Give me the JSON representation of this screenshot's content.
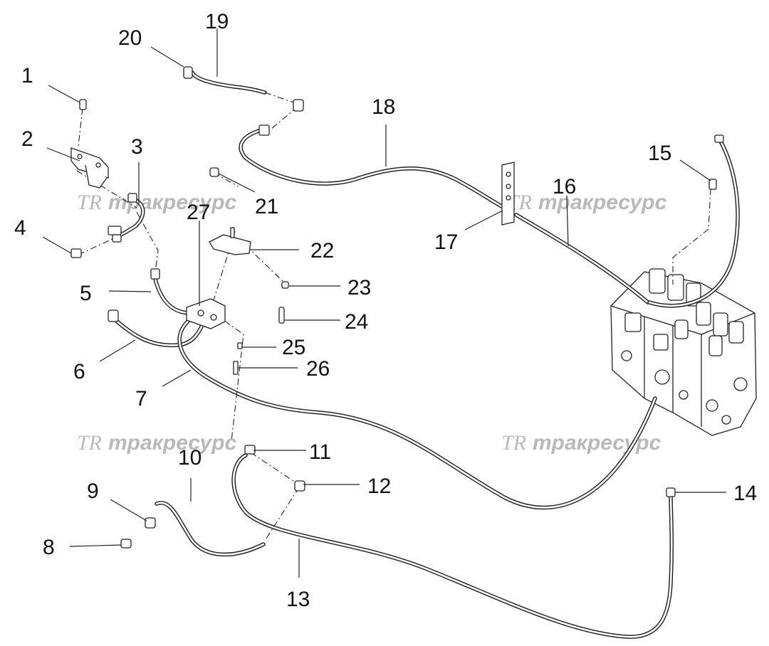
{
  "callouts": [
    "1",
    "2",
    "3",
    "4",
    "5",
    "6",
    "7",
    "8",
    "9",
    "10",
    "11",
    "12",
    "13",
    "14",
    "15",
    "16",
    "17",
    "18",
    "19",
    "20",
    "21",
    "22",
    "23",
    "24",
    "25",
    "26",
    "27"
  ],
  "watermark": {
    "logo": "TR",
    "text": "тракресурс"
  },
  "colors": {
    "line": "#222222",
    "watermark": "#b9b9b9",
    "background": "#ffffff"
  }
}
